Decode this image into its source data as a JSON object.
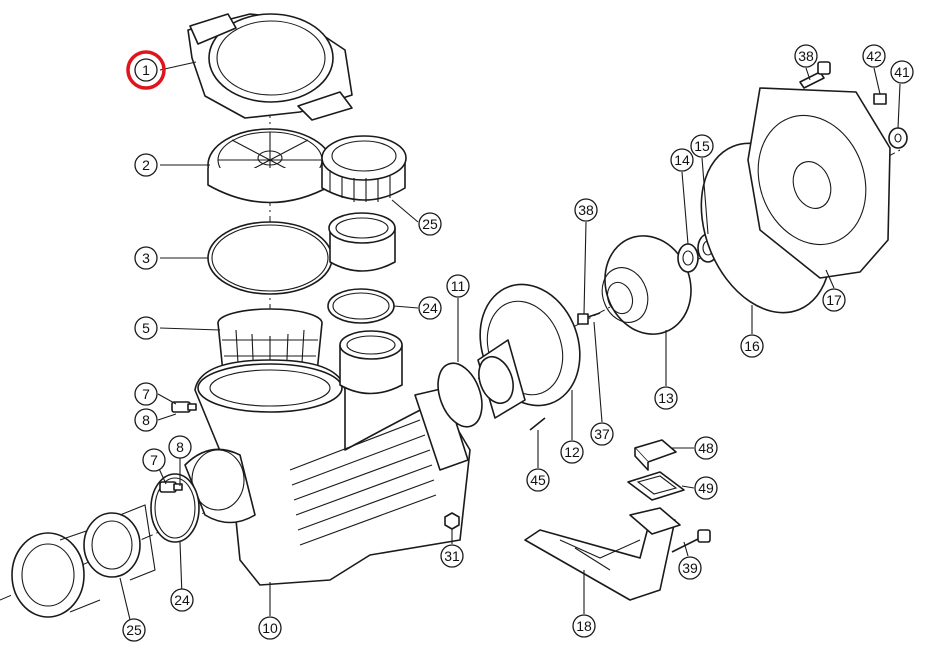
{
  "diagram": {
    "highlight_color": "#e0141c",
    "line_color": "#1a1a1a",
    "background": "#ffffff",
    "callouts": [
      {
        "id": "c1",
        "label": "1",
        "highlighted": true
      },
      {
        "id": "c2",
        "label": "2"
      },
      {
        "id": "c3",
        "label": "3"
      },
      {
        "id": "c5",
        "label": "5"
      },
      {
        "id": "c7a",
        "label": "7"
      },
      {
        "id": "c8a",
        "label": "8"
      },
      {
        "id": "c8b",
        "label": "8"
      },
      {
        "id": "c7b",
        "label": "7"
      },
      {
        "id": "c24a",
        "label": "24"
      },
      {
        "id": "c25a",
        "label": "25"
      },
      {
        "id": "c25b",
        "label": "25"
      },
      {
        "id": "c24b",
        "label": "24"
      },
      {
        "id": "c10",
        "label": "10"
      },
      {
        "id": "c11",
        "label": "11"
      },
      {
        "id": "c31",
        "label": "31"
      },
      {
        "id": "c38a",
        "label": "38"
      },
      {
        "id": "c37",
        "label": "37"
      },
      {
        "id": "c12",
        "label": "12"
      },
      {
        "id": "c45",
        "label": "45"
      },
      {
        "id": "c13",
        "label": "13"
      },
      {
        "id": "c14",
        "label": "14"
      },
      {
        "id": "c15",
        "label": "15"
      },
      {
        "id": "c16",
        "label": "16"
      },
      {
        "id": "c17",
        "label": "17"
      },
      {
        "id": "c38b",
        "label": "38"
      },
      {
        "id": "c42",
        "label": "42"
      },
      {
        "id": "c41",
        "label": "41"
      },
      {
        "id": "c48",
        "label": "48"
      },
      {
        "id": "c49",
        "label": "49"
      },
      {
        "id": "c39",
        "label": "39"
      },
      {
        "id": "c18",
        "label": "18"
      }
    ]
  }
}
